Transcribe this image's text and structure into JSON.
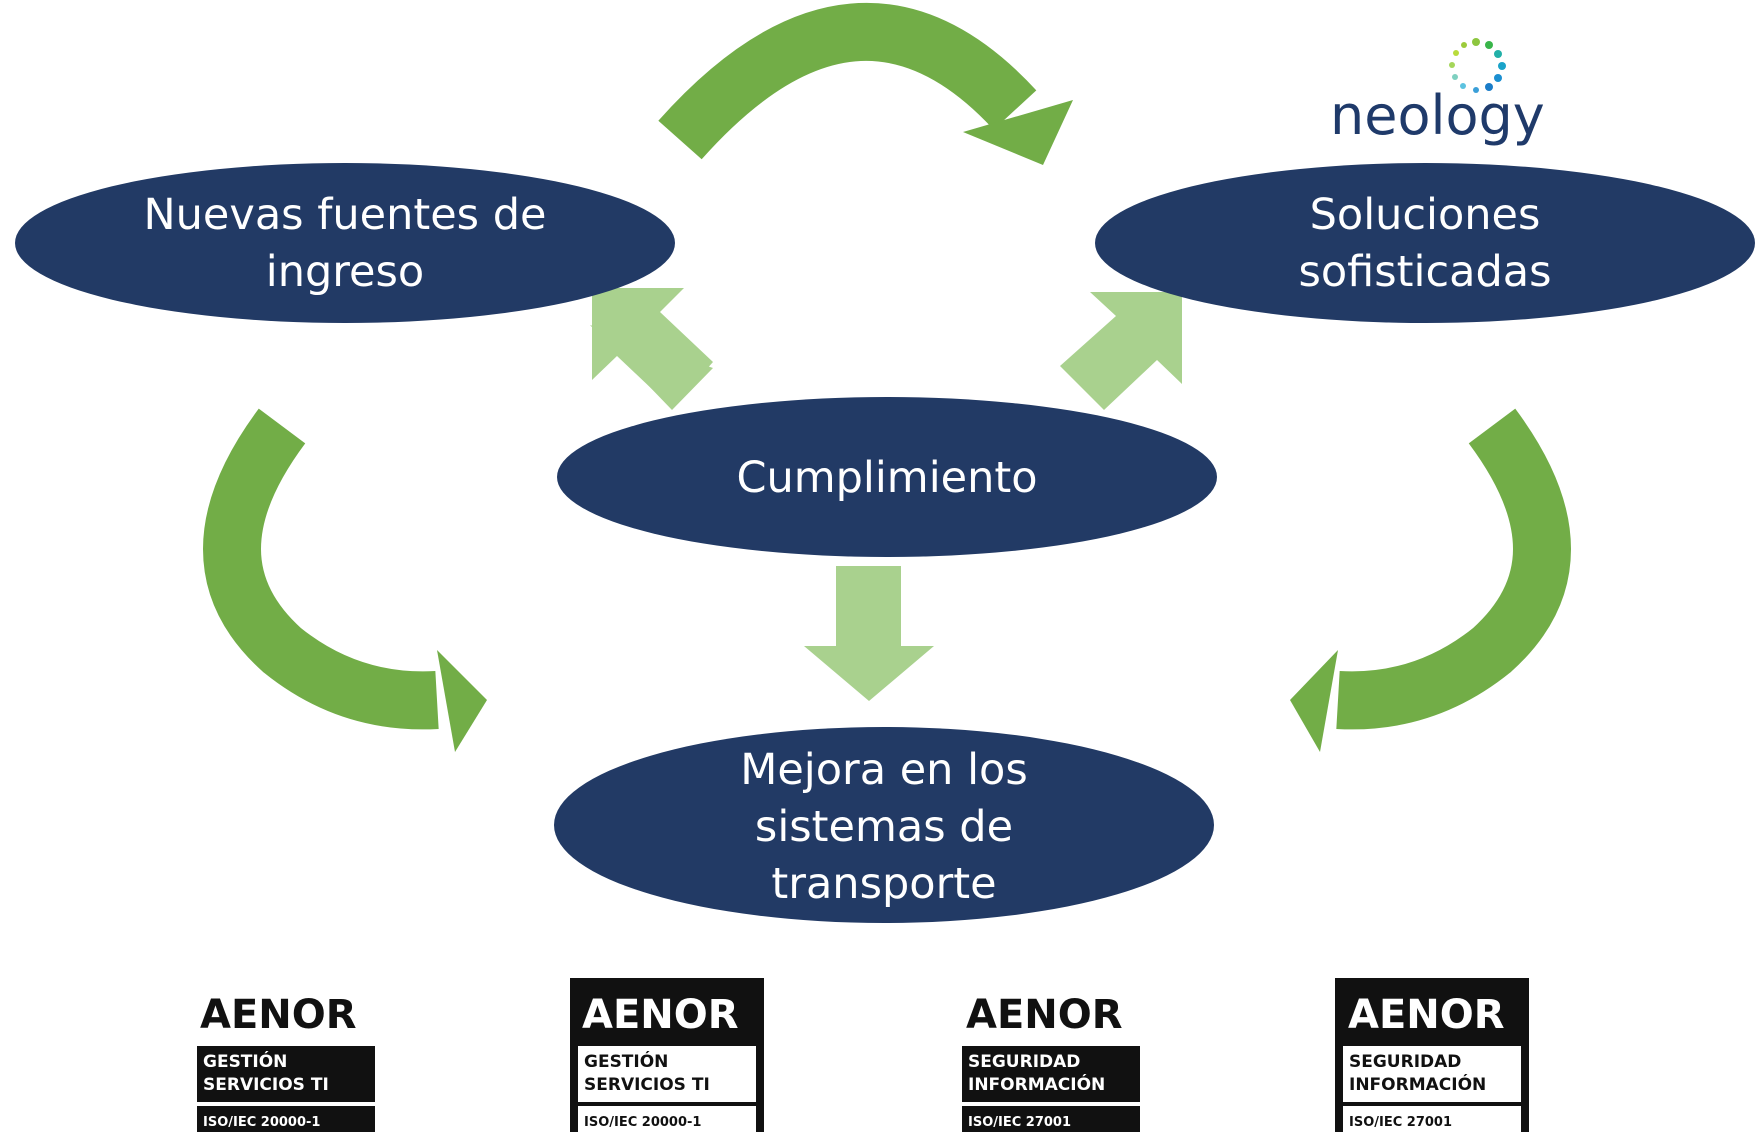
{
  "colors": {
    "node_fill": "#223a65",
    "cycle_arrow": "#72ad47",
    "center_arrow": "#a9d18e",
    "text": "#ffffff"
  },
  "nodes": {
    "nuevas": {
      "line1": "Nuevas fuentes de",
      "line2": "ingreso"
    },
    "soluciones": {
      "line1": "Soluciones",
      "line2": "sofisticadas"
    },
    "cumplimiento": {
      "line1": "Cumplimiento"
    },
    "mejora": {
      "line1": "Mejora en los",
      "line2": "sistemas de",
      "line3": "transporte"
    }
  },
  "logo": {
    "brand": "neology",
    "icon": "dot-ring-icon"
  },
  "badges": [
    {
      "brand": "AENOR",
      "line1": "GESTIÓN",
      "line2": "SERVICIOS TI",
      "standard": "ISO/IEC 20000-1",
      "style": "white-header"
    },
    {
      "brand": "AENOR",
      "line1": "GESTIÓN",
      "line2": "SERVICIOS TI",
      "standard": "ISO/IEC 20000-1",
      "style": "black-header"
    },
    {
      "brand": "AENOR",
      "line1": "SEGURIDAD",
      "line2": "INFORMACIÓN",
      "standard": "ISO/IEC 27001",
      "style": "white-header"
    },
    {
      "brand": "AENOR",
      "line1": "SEGURIDAD",
      "line2": "INFORMACIÓN",
      "standard": "ISO/IEC 27001",
      "style": "black-header"
    }
  ]
}
